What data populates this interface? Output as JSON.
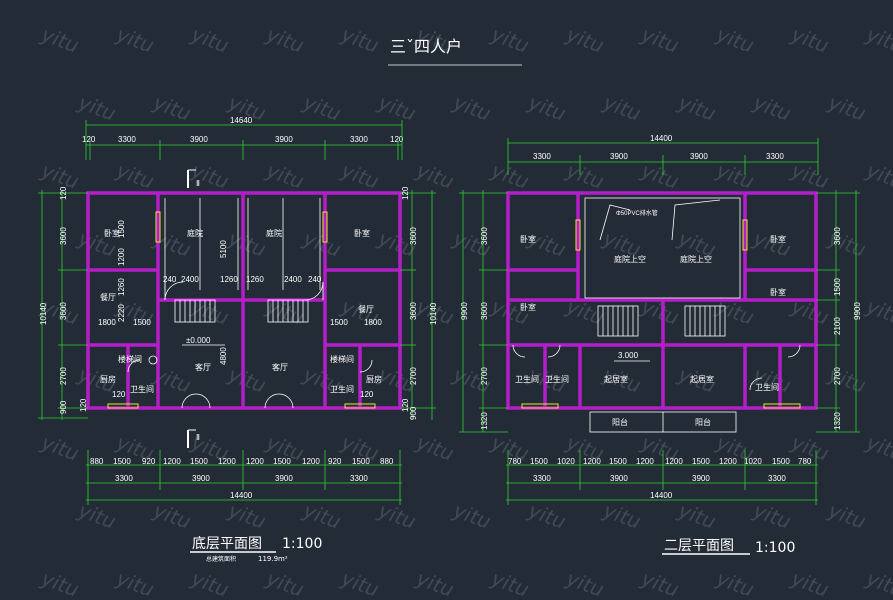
{
  "title": "三ˇ四人户",
  "watermark": "yitu",
  "left_plan": {
    "name": "底层平面图",
    "scale": "1:100",
    "area_label": "总建筑面积",
    "area_value": "119.9m²",
    "top_total": "14640",
    "top_dims": [
      "120",
      "3300",
      "3900",
      "3900",
      "3300",
      "120"
    ],
    "bottom_dims": [
      "880",
      "1500",
      "920",
      "1200",
      "1500",
      "1200",
      "1200",
      "1500",
      "1200",
      "920",
      "1500",
      "880"
    ],
    "bottom_dims2": [
      "3300",
      "3900",
      "3900",
      "3300"
    ],
    "bottom_total": "14400",
    "left_total": "10140",
    "left_dims": [
      "120",
      "3600",
      "3600",
      "2700",
      "900",
      "120"
    ],
    "right_total": "10140",
    "right_dims": [
      "120",
      "3600",
      "3600",
      "2700",
      "900",
      "120"
    ],
    "section": "Ⅱ",
    "level": "±0.000",
    "rooms": [
      "卧室",
      "庭院",
      "庭院",
      "卧室",
      "餐厅",
      "餐厅",
      "客厅",
      "客厅",
      "厨房",
      "卫生间",
      "楼梯间",
      "卫生间",
      "楼梯间",
      "厨房"
    ],
    "inner_dims": [
      "1500",
      "1200",
      "1260",
      "2220",
      "1800",
      "1500",
      "2400",
      "1260",
      "1260",
      "2400",
      "240",
      "240",
      "5100",
      "4800",
      "120",
      "120",
      "1500",
      "1800"
    ]
  },
  "right_plan": {
    "name": "二层平面图",
    "scale": "1:100",
    "top_total": "14400",
    "top_dims": [
      "3300",
      "3900",
      "3900",
      "3300"
    ],
    "bottom_dims": [
      "780",
      "1500",
      "1020",
      "1200",
      "1500",
      "1200",
      "1200",
      "1500",
      "1200",
      "1020",
      "1500",
      "780"
    ],
    "bottom_dims2": [
      "3300",
      "3900",
      "3900",
      "3300"
    ],
    "bottom_total": "14400",
    "left_total": "9900",
    "left_dims": [
      "3600",
      "3600",
      "2700",
      "1320"
    ],
    "right_total": "9900",
    "right_dims": [
      "3600",
      "1500",
      "2100",
      "2700",
      "1320"
    ],
    "level": "3.000",
    "note": "Φ50PVC排水管",
    "rooms": [
      "卧室",
      "卧室",
      "庭院上空",
      "庭院上空",
      "卧室",
      "卧室",
      "卫生间",
      "卫生间",
      "起居室",
      "起居室",
      "卫生间",
      "阳台",
      "阳台"
    ]
  }
}
